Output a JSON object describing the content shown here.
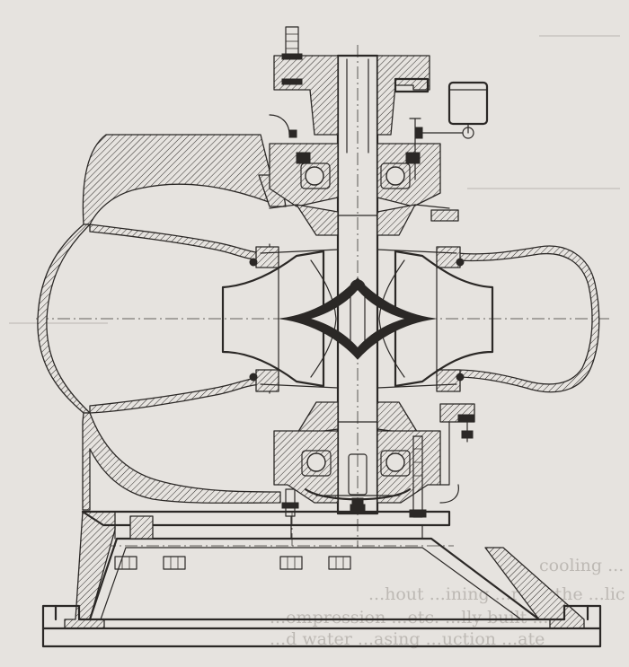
{
  "figure": {
    "show_through_text": [
      "cooling ...",
      "...hout  ...ining  ...r for the  ...lic",
      "...ompression  ...etc.  ...lly built ...ur",
      "...d water  ...asing ...uction  ...ate"
    ]
  },
  "colors": {
    "paper": "#e6e3df",
    "ink": "#2b2826",
    "show_through": "#bdb9b4"
  }
}
